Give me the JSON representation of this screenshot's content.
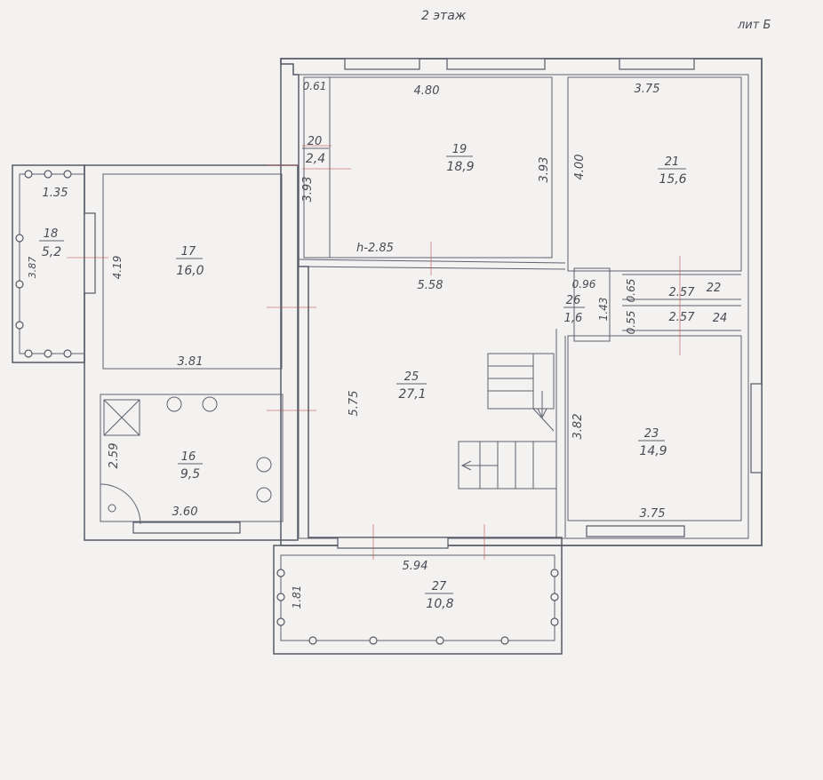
{
  "header": {
    "floor_title": "2 этаж",
    "liter": "лит Б"
  },
  "rooms": [
    {
      "id": "16",
      "number": "16",
      "area": "9,5"
    },
    {
      "id": "17",
      "number": "17",
      "area": "16,0"
    },
    {
      "id": "18",
      "number": "18",
      "area": "5,2"
    },
    {
      "id": "19",
      "number": "19",
      "area": "18,9"
    },
    {
      "id": "20",
      "number": "20",
      "area": "2,4"
    },
    {
      "id": "21",
      "number": "21",
      "area": "15,6"
    },
    {
      "id": "23",
      "number": "23",
      "area": "14,9"
    },
    {
      "id": "25",
      "number": "25",
      "area": "27,1"
    },
    {
      "id": "26",
      "number": "26",
      "area": "1,6"
    },
    {
      "id": "27",
      "number": "27",
      "area": "10,8"
    }
  ],
  "corridor_labels": [
    {
      "id": "22",
      "number": "22"
    },
    {
      "id": "24",
      "number": "24"
    }
  ],
  "dimensions": [
    {
      "id": "d-0-61",
      "text": "0.61"
    },
    {
      "id": "d-4-80",
      "text": "4.80"
    },
    {
      "id": "d-3-75-top",
      "text": "3.75"
    },
    {
      "id": "d-3-93-r19",
      "text": "3.93"
    },
    {
      "id": "d-4-00",
      "text": "4.00"
    },
    {
      "id": "d-3-93-r20",
      "text": "3.93"
    },
    {
      "id": "d-h-2-85",
      "text": "h-2.85"
    },
    {
      "id": "d-1-35",
      "text": "1.35"
    },
    {
      "id": "d-3-87",
      "text": "3.87"
    },
    {
      "id": "d-4-19",
      "text": "4.19"
    },
    {
      "id": "d-3-81",
      "text": "3.81"
    },
    {
      "id": "d-5-58",
      "text": "5.58"
    },
    {
      "id": "d-0-96",
      "text": "0.96"
    },
    {
      "id": "d-0-65",
      "text": "0.65"
    },
    {
      "id": "d-1-43",
      "text": "1.43"
    },
    {
      "id": "d-0-55",
      "text": "0.55"
    },
    {
      "id": "d-2-57-a",
      "text": "2.57"
    },
    {
      "id": "d-2-57-b",
      "text": "2.57"
    },
    {
      "id": "d-5-75",
      "text": "5.75"
    },
    {
      "id": "d-3-82",
      "text": "3.82"
    },
    {
      "id": "d-3-75-bottom",
      "text": "3.75"
    },
    {
      "id": "d-2-59",
      "text": "2.59"
    },
    {
      "id": "d-3-60",
      "text": "3.60"
    },
    {
      "id": "d-5-94",
      "text": "5.94"
    },
    {
      "id": "d-1-81",
      "text": "1.81"
    }
  ],
  "colors": {
    "line": "#555a66",
    "text": "#4a4a55",
    "accent": "#c0504d",
    "paper": "#f3f2f0"
  }
}
